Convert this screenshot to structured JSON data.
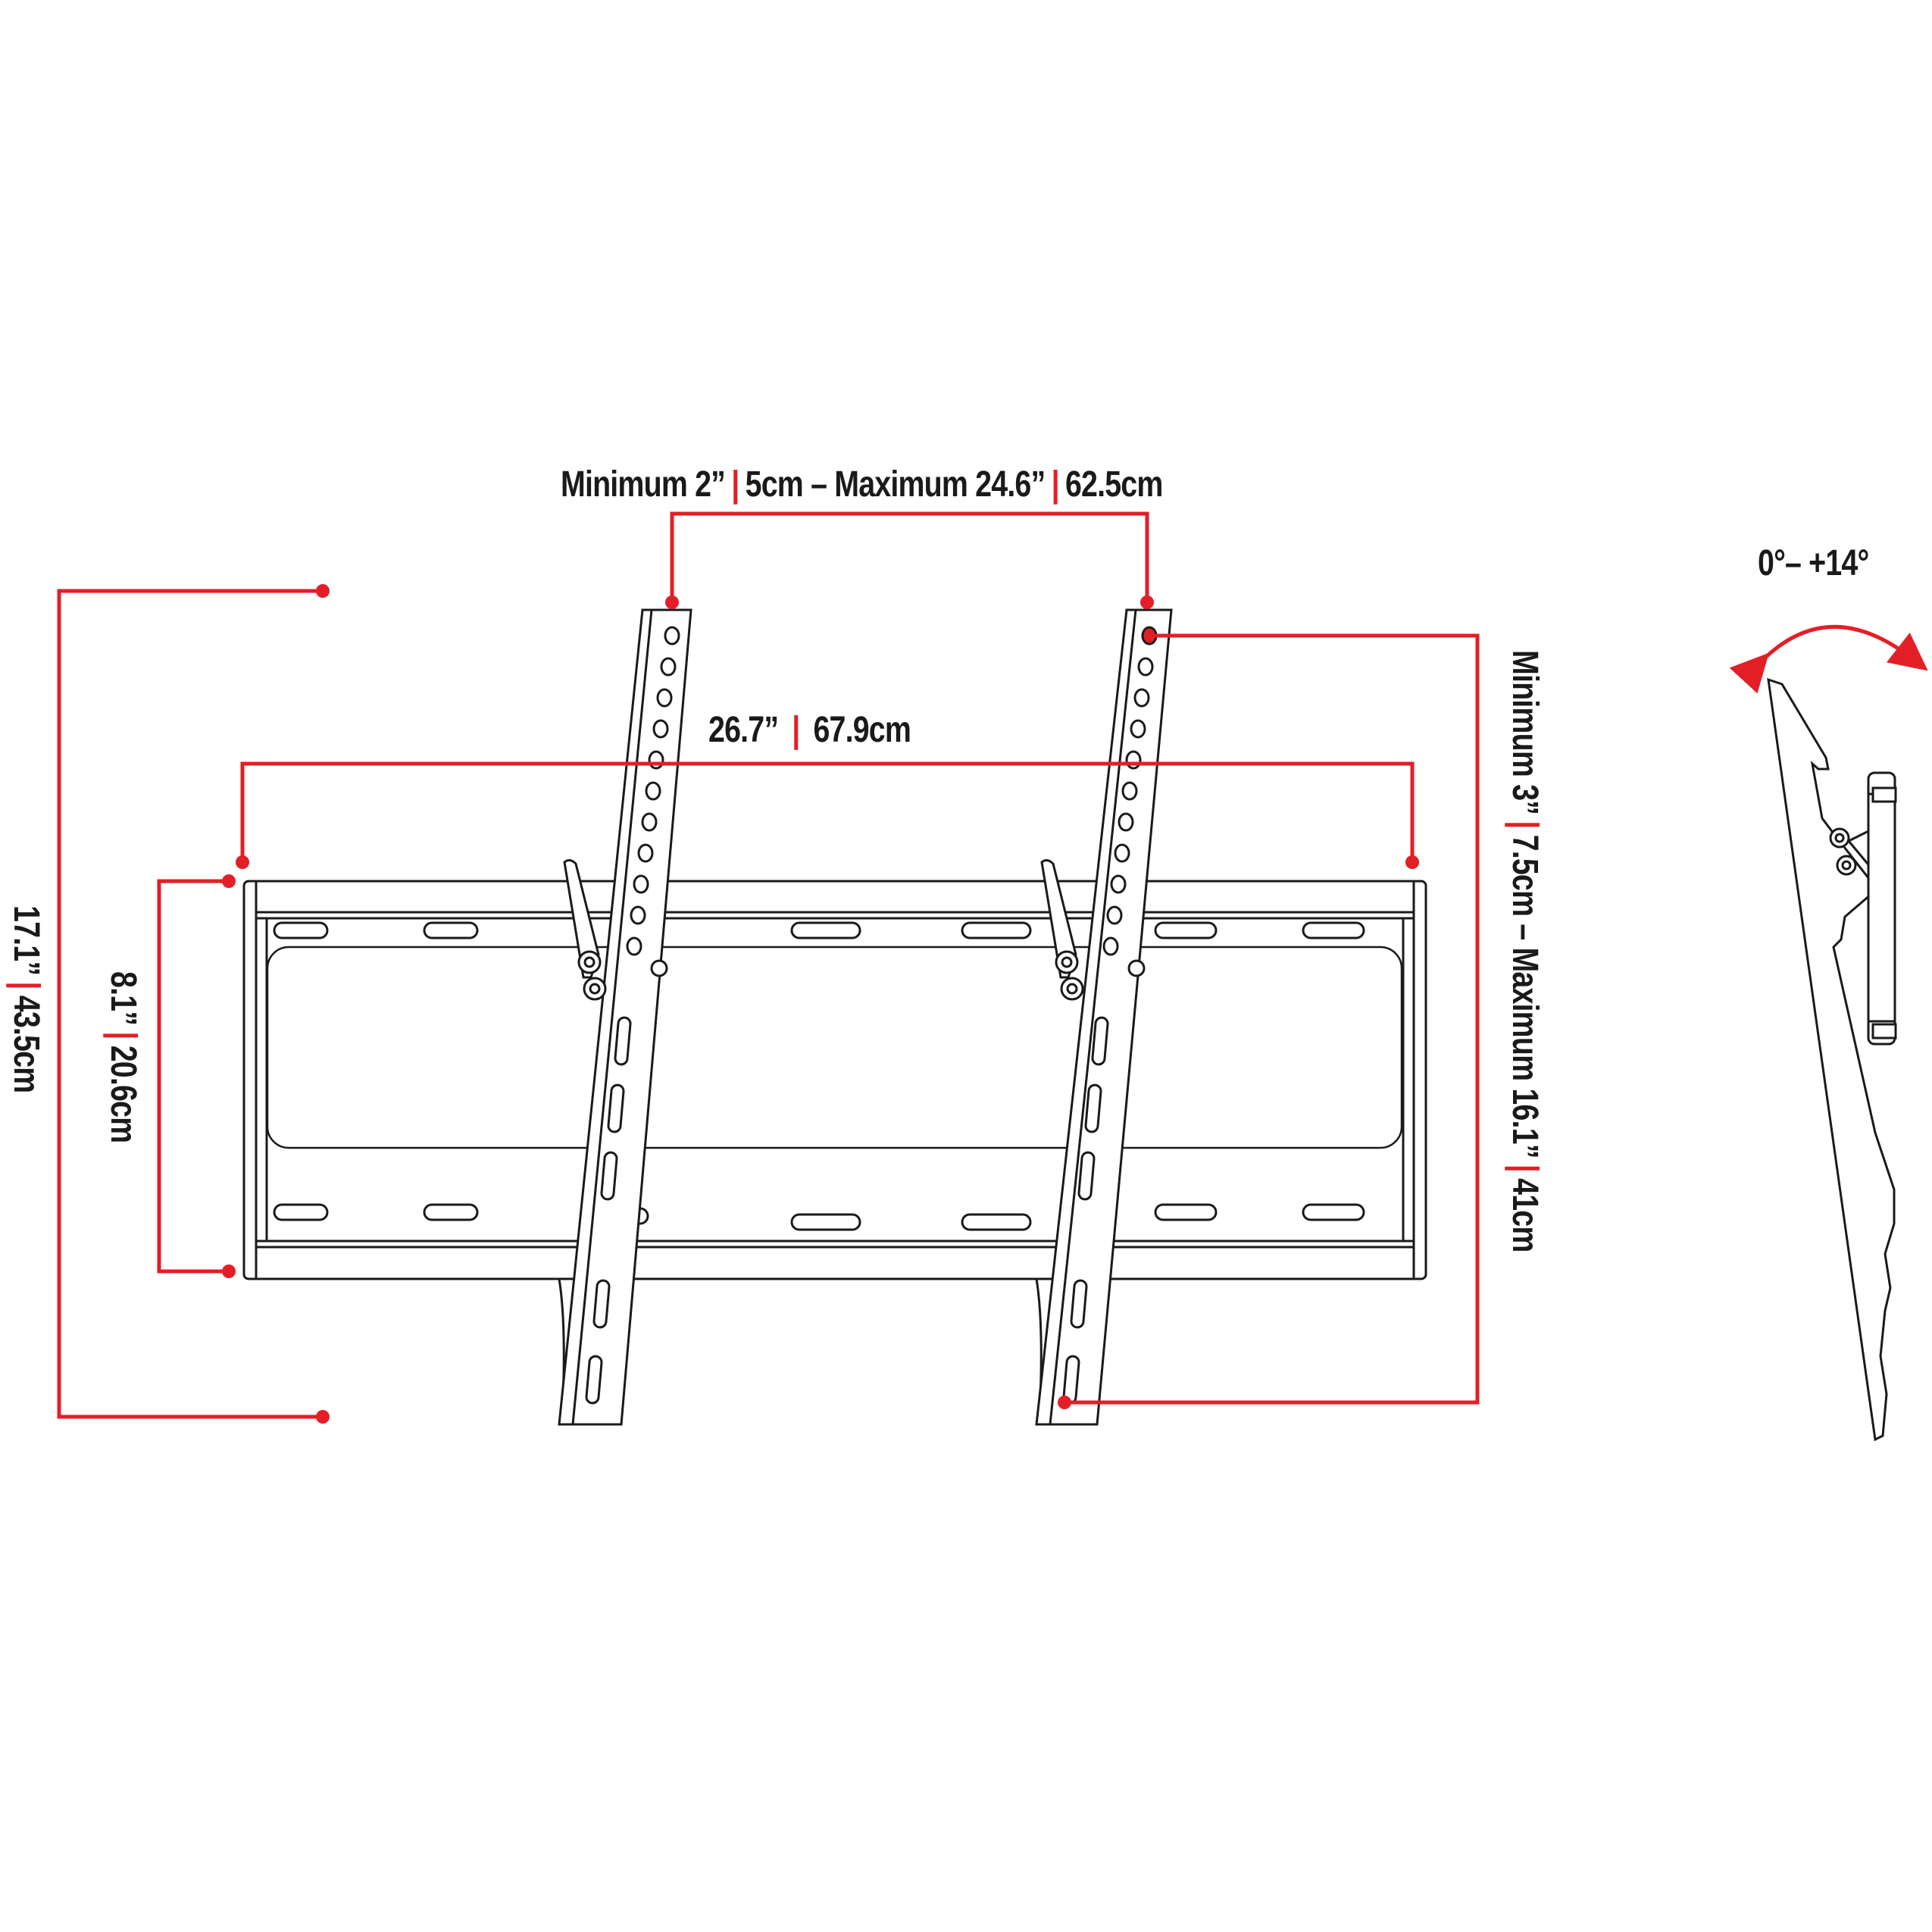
{
  "diagram": {
    "type": "tilt TV wall mount dimension diagram",
    "colors": {
      "dimension_line": "#e41e26",
      "drawing_line": "#1a1a1a",
      "background": "#ffffff"
    },
    "labels": {
      "bracket_spacing": {
        "min_in": "Minimum 2”",
        "min_cm": "5cm – Maximum 24.6”",
        "max_cm": "62.5cm"
      },
      "plate_width": {
        "in": "26.7”",
        "cm": "67.9cm"
      },
      "overall_height": {
        "in": "17.1”",
        "cm": "43.5cm"
      },
      "plate_height": {
        "in": "8.1”",
        "cm": "20.6cm"
      },
      "vertical_hole_range": {
        "min_in": "Minimum 3”",
        "min_cm": "7.5cm – Maximum 16.1”",
        "max_cm": "41cm"
      },
      "tilt_range": "0°– +14°"
    },
    "icons": {
      "tilt_arrow": "curved-double-arrow-icon",
      "endpoint": "red-dot-icon"
    }
  }
}
